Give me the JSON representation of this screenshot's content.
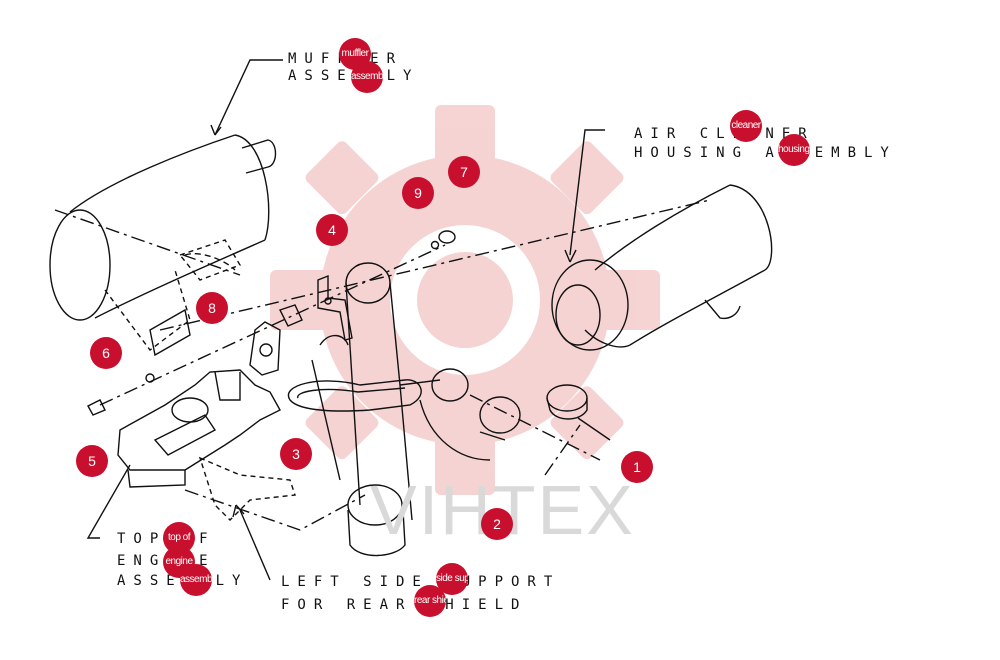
{
  "colors": {
    "callout": "#c8102e",
    "line": "#111111",
    "watermark": "#f4cccc"
  },
  "watermark": {
    "icon": "gear-icon",
    "text": "VIHTEX"
  },
  "labels": {
    "muffler_line1": "MUFFLER",
    "muffler_line2": "ASSEMBLY",
    "air_cleaner_line1": "AIR CLEANER",
    "air_cleaner_line2": "HOUSING ASSEMBLY",
    "top_engine_line1": "TOP OF",
    "top_engine_line2": "ENGINE",
    "top_engine_line3": "ASSEMBLY",
    "left_side_line1": "LEFT SIDE SUPPORT",
    "left_side_line2": "FOR REAR SHIELD"
  },
  "callouts": {
    "c1": "1",
    "c2": "2",
    "c3": "3",
    "c4": "4",
    "c5": "5",
    "c6": "6",
    "c7": "7",
    "c8": "8",
    "c9": "9"
  },
  "label_overlays": {
    "muffler": "muffler",
    "assembly_1": "assembly",
    "cleaner": "cleaner",
    "housing_assembly": "housing assembly",
    "top_of": "top of",
    "engine": "engine",
    "assembly_2": "assembly",
    "side_support": "side support",
    "rear_shield": "rear shield"
  }
}
